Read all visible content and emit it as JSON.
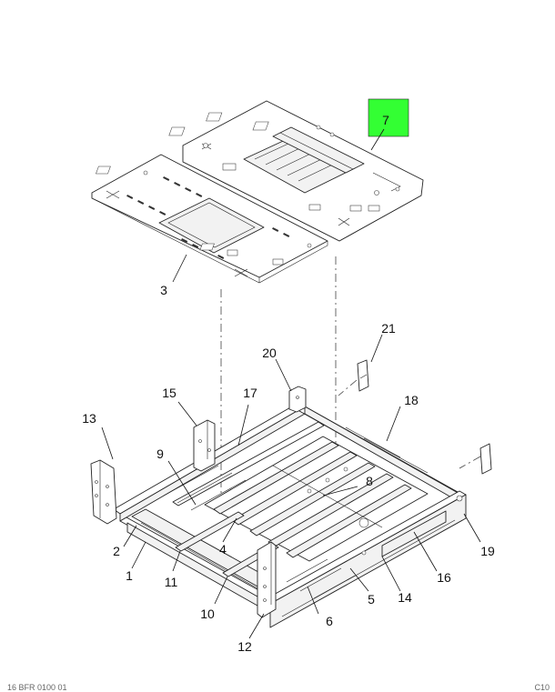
{
  "highlight_color": "#33ff33",
  "callouts": [
    {
      "id": "1",
      "label": "1"
    },
    {
      "id": "2",
      "label": "2"
    },
    {
      "id": "3",
      "label": "3"
    },
    {
      "id": "4",
      "label": "4"
    },
    {
      "id": "5",
      "label": "5"
    },
    {
      "id": "6",
      "label": "6"
    },
    {
      "id": "7",
      "label": "7"
    },
    {
      "id": "8",
      "label": "8"
    },
    {
      "id": "9",
      "label": "9"
    },
    {
      "id": "10",
      "label": "10"
    },
    {
      "id": "11",
      "label": "11"
    },
    {
      "id": "12",
      "label": "12"
    },
    {
      "id": "13",
      "label": "13"
    },
    {
      "id": "14",
      "label": "14"
    },
    {
      "id": "15",
      "label": "15"
    },
    {
      "id": "16",
      "label": "16"
    },
    {
      "id": "17",
      "label": "17"
    },
    {
      "id": "18",
      "label": "18"
    },
    {
      "id": "19",
      "label": "19"
    },
    {
      "id": "20",
      "label": "20"
    },
    {
      "id": "21",
      "label": "21"
    }
  ],
  "footer": {
    "left_code": "16 BFR 0100 01",
    "right_code": "C10"
  }
}
